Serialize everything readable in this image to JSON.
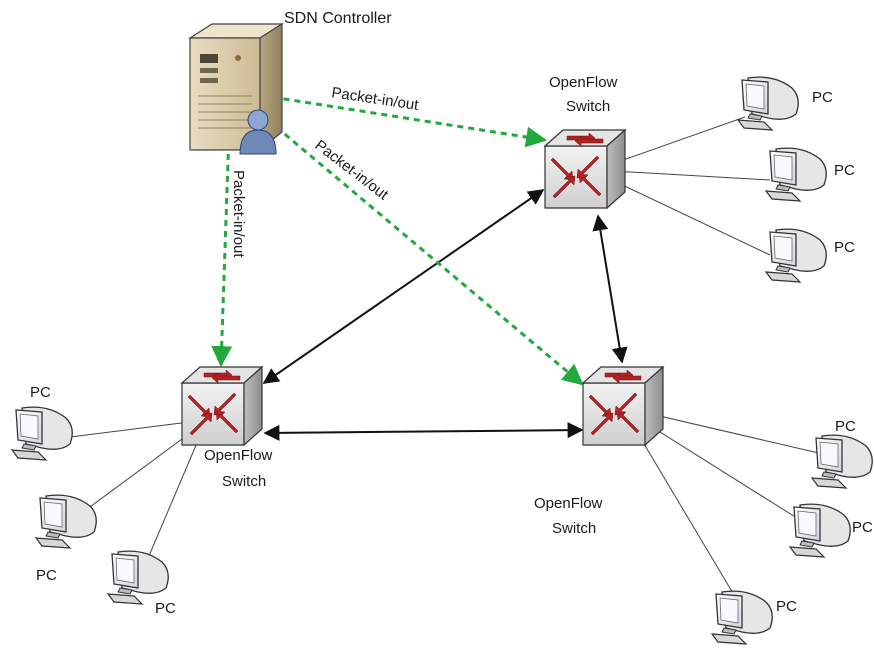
{
  "controller": {
    "label": "SDN Controller",
    "icon": "server-with-user-icon"
  },
  "switches": [
    {
      "id": "top-right",
      "label_line1": "OpenFlow",
      "label_line2": "Switch",
      "icon": "switch-cube-icon"
    },
    {
      "id": "bottom-left",
      "label_line1": "OpenFlow",
      "label_line2": "Switch",
      "icon": "switch-cube-icon"
    },
    {
      "id": "bottom-right",
      "label_line1": "OpenFlow",
      "label_line2": "Switch",
      "icon": "switch-cube-icon"
    }
  ],
  "control_links": [
    {
      "from": "controller",
      "to": "top-right",
      "label": "Packet-in/out"
    },
    {
      "from": "controller",
      "to": "bottom-right",
      "label": "Packet-in/out"
    },
    {
      "from": "controller",
      "to": "bottom-left",
      "label": "Packet-in/out"
    }
  ],
  "data_links": [
    {
      "from": "top-right",
      "to": "bottom-left"
    },
    {
      "from": "top-right",
      "to": "bottom-right"
    },
    {
      "from": "bottom-left",
      "to": "bottom-right"
    }
  ],
  "pcs": [
    {
      "switch": "top-right",
      "label": "PC"
    },
    {
      "switch": "top-right",
      "label": "PC"
    },
    {
      "switch": "top-right",
      "label": "PC"
    },
    {
      "switch": "bottom-left",
      "label": "PC"
    },
    {
      "switch": "bottom-left",
      "label": "PC"
    },
    {
      "switch": "bottom-left",
      "label": "PC"
    },
    {
      "switch": "bottom-right",
      "label": "PC"
    },
    {
      "switch": "bottom-right",
      "label": "PC"
    },
    {
      "switch": "bottom-right",
      "label": "PC"
    }
  ],
  "colors": {
    "control_link": "#22a83c",
    "data_link": "#111111",
    "pc_link": "#444444",
    "switch_arrow": "#b22222"
  }
}
